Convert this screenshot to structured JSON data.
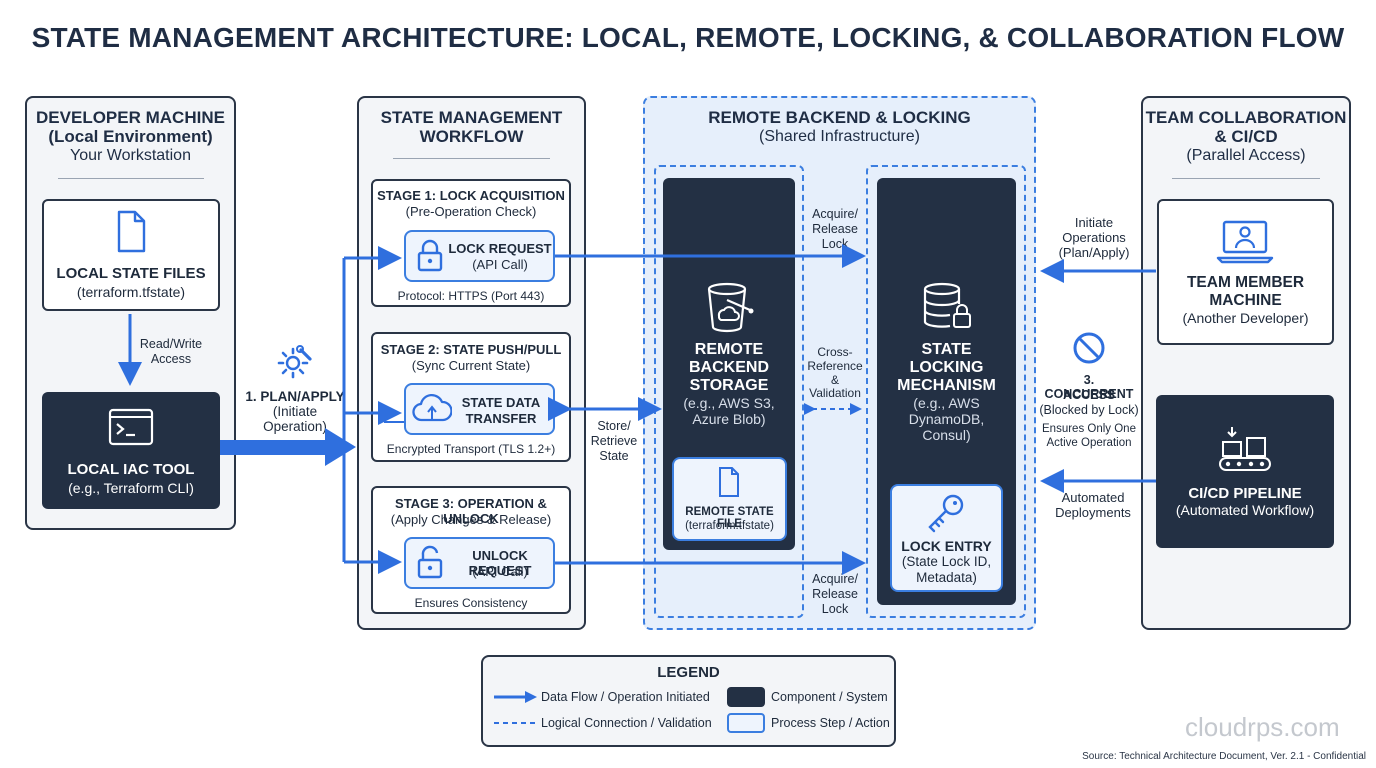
{
  "title": "STATE MANAGEMENT ARCHITECTURE: LOCAL, REMOTE, LOCKING, & COLLABORATION FLOW",
  "developer": {
    "title_line1": "DEVELOPER MACHINE",
    "title_line2": "(Local Environment)",
    "subtitle": "Your Workstation",
    "local_state": {
      "title": "LOCAL STATE FILES",
      "sub": "(terraform.tfstate)",
      "icon": "file-icon"
    },
    "read_write_label_1": "Read/Write",
    "read_write_label_2": "Access",
    "iac_tool": {
      "title": "LOCAL IAC TOOL",
      "sub": "(e.g., Terraform CLI)",
      "icon": "terminal-icon"
    }
  },
  "plan_apply": {
    "line1": "1. PLAN/APPLY",
    "line2": "(Initiate",
    "line3": "Operation)",
    "icon": "gear-wrench-icon"
  },
  "workflow": {
    "title_line1": "STATE MANAGEMENT",
    "title_line2": "WORKFLOW",
    "stage1": {
      "title": "STAGE 1: LOCK ACQUISITION",
      "sub": "(Pre-Operation Check)",
      "action_title": "LOCK REQUEST",
      "action_sub": "(API Call)",
      "footer": "Protocol: HTTPS (Port 443)",
      "icon": "padlock-closed-icon"
    },
    "stage2": {
      "title": "STAGE 2: STATE PUSH/PULL",
      "sub": "(Sync Current State)",
      "action_title_1": "STATE DATA",
      "action_title_2": "TRANSFER",
      "footer": "Encrypted Transport (TLS 1.2+)",
      "icon": "cloud-sync-icon"
    },
    "stage3": {
      "title": "STAGE 3: OPERATION & UNLOCK",
      "sub": "(Apply Changes & Release)",
      "action_title": "UNLOCK REQUEST",
      "action_sub": "(API Call)",
      "footer": "Ensures Consistency",
      "icon": "padlock-open-icon"
    }
  },
  "remote": {
    "title": "REMOTE BACKEND & LOCKING",
    "subtitle": "(Shared Infrastructure)",
    "storage": {
      "title_1": "REMOTE",
      "title_2": "BACKEND",
      "title_3": "STORAGE",
      "sub_1": "(e.g., AWS S3,",
      "sub_2": "Azure Blob)",
      "icon": "bucket-icon",
      "file_title": "REMOTE STATE FILE",
      "file_sub": "(terraform.tfstate)",
      "file_icon": "file-icon"
    },
    "locking": {
      "title_1": "STATE",
      "title_2": "LOCKING",
      "title_3": "MECHANISM",
      "sub_1": "(e.g., AWS",
      "sub_2": "DynamoDB,",
      "sub_3": "Consul)",
      "icon": "database-lock-icon",
      "entry_title": "LOCK ENTRY",
      "entry_sub_1": "(State Lock ID,",
      "entry_sub_2": "Metadata)",
      "entry_icon": "key-icon"
    },
    "acquire_top": [
      "Acquire/",
      "Release",
      "Lock"
    ],
    "cross_ref": [
      "Cross-",
      "Reference",
      "&",
      "Validation"
    ],
    "acquire_bottom": [
      "Acquire/",
      "Release",
      "Lock"
    ],
    "store_retrieve": [
      "Store/",
      "Retrieve",
      "State"
    ]
  },
  "team": {
    "title_line1": "TEAM COLLABORATION",
    "title_line2": "& CI/CD",
    "subtitle": "(Parallel Access)",
    "member": {
      "title_1": "TEAM MEMBER",
      "title_2": "MACHINE",
      "sub": "(Another Developer)",
      "icon": "laptop-user-icon"
    },
    "initiate": [
      "Initiate",
      "Operations",
      "(Plan/Apply)"
    ],
    "concurrent": {
      "title_1": "3. CONCURRENT",
      "title_2": "ACCESS",
      "sub": "(Blocked by Lock)",
      "note_1": "Ensures Only One",
      "note_2": "Active Operation",
      "icon": "no-entry-icon"
    },
    "automated": [
      "Automated",
      "Deployments"
    ],
    "cicd": {
      "title": "CI/CD PIPELINE",
      "sub": "(Automated Workflow)",
      "icon": "conveyor-icon"
    }
  },
  "legend": {
    "title": "LEGEND",
    "items": [
      "Data Flow / Operation Initiated",
      "Logical Connection / Validation",
      "Component / System",
      "Process Step / Action"
    ]
  },
  "watermark": "cloudrps.com",
  "source": "Source: Technical Architecture Document, Ver. 2.1 - Confidential",
  "colors": {
    "accent": "#2f6fde",
    "dark": "#233044",
    "panel": "#f3f5f8",
    "remote_bg": "#e6effb"
  }
}
